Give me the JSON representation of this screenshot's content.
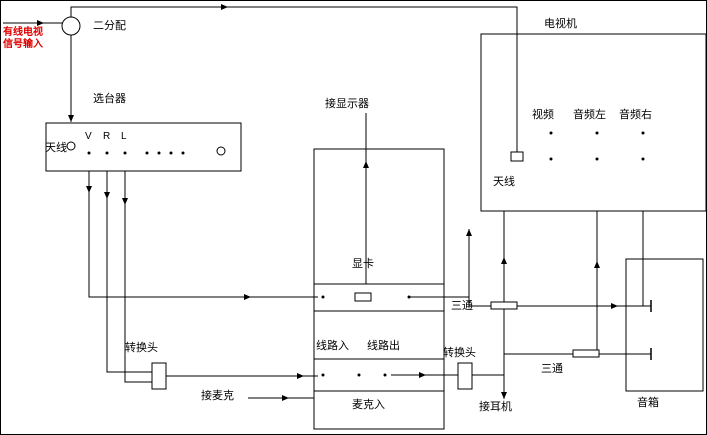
{
  "colors": {
    "line": "#000000",
    "text": "#000000",
    "source_text": "#e00000",
    "background": "#ffffff"
  },
  "labels": {
    "cable_line1": "有线电视",
    "cable_line2": "信号输入",
    "splitter": "二分配",
    "tuner_title": "选台器",
    "tuner_antenna": "天线",
    "port_v": "V",
    "port_r": "R",
    "port_l": "L",
    "monitor": "接显示器",
    "gpu": "显卡",
    "line_in": "线路入",
    "line_out": "线路出",
    "mic_in": "麦克入",
    "mic": "接麦克",
    "adapter_left": "转换头",
    "adapter_right": "转换头",
    "tee_upper": "三通",
    "tee_lower": "三通",
    "tv_title": "电视机",
    "tv_video": "视频",
    "tv_audio_left": "音频左",
    "tv_audio_right": "音频右",
    "tv_antenna": "天线",
    "headphone": "接耳机",
    "speaker": "音箱"
  }
}
